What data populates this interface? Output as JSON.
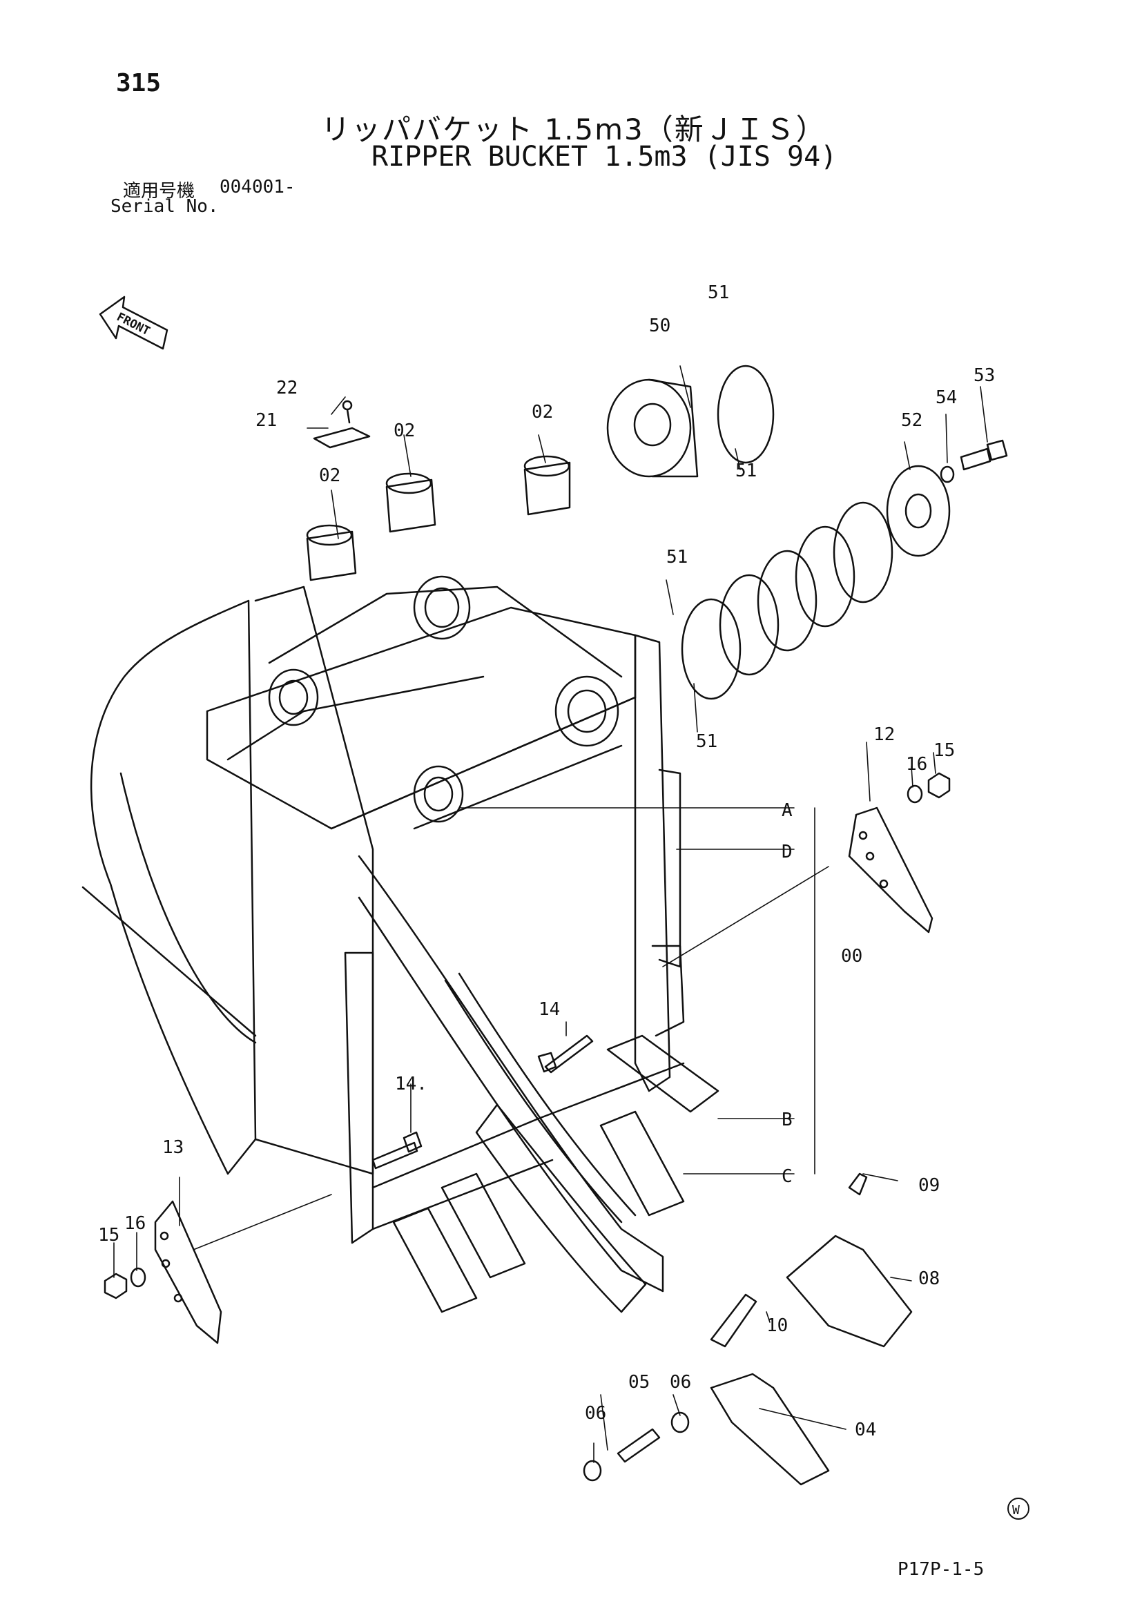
{
  "header": {
    "page_number": "315",
    "title_jp": "リッパバケット 1.5m3（新ＪＩＳ）",
    "title_en": "RIPPER BUCKET 1.5m3 (JIS 94)",
    "serial_label_jp": "適用号機",
    "serial_label_en": "Serial No.",
    "serial_value": "004001-"
  },
  "front_arrow_label": "FRONT",
  "watermark": "W",
  "footer_code": "P17P-1-5",
  "callouts": {
    "p00": "00",
    "p02a": "02",
    "p02b": "02",
    "p02c": "02",
    "p04": "04",
    "p05": "05",
    "p06a": "06",
    "p06b": "06",
    "p08": "08",
    "p09": "09",
    "p10": "10",
    "p12": "12",
    "p13": "13",
    "p14a": "14",
    "p14b": "14.",
    "p15a": "15",
    "p15b": "15",
    "p16a": "16",
    "p16b": "16",
    "p21": "21",
    "p22": "22",
    "p50": "50",
    "p51a": "51",
    "p51b": "51",
    "p51c": "51",
    "p51d": "51",
    "p52": "52",
    "p53": "53",
    "p54": "54",
    "refA": "A",
    "refB": "B",
    "refC": "C",
    "refD": "D"
  }
}
